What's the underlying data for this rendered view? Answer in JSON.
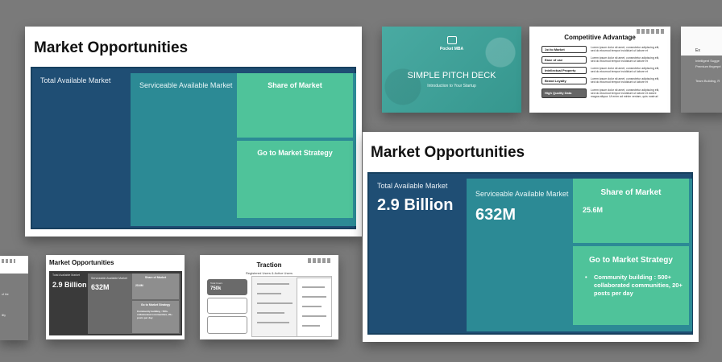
{
  "market_opportunities": {
    "title": "Market Opportunities",
    "tam_label": "Total Available Market",
    "tam_value": "2.9 Billion",
    "sam_label": "Serviceable Available Market",
    "sam_value": "632M",
    "som_label": "Share of Market",
    "som_value": "25.6M",
    "gtm_label": "Go to Market Strategy",
    "gtm_bullet": "Community building : 500+ collaborated communities, 20+ posts per day"
  },
  "pitch_deck": {
    "brand": "Pocket MBA",
    "title": "SIMPLE PITCH DECK",
    "subtitle": "Introduction to Your Startup"
  },
  "competitive_advantage": {
    "title": "Competitive Advantage",
    "rows": [
      "1st to Market",
      "Ease of use",
      "Intellectual Property",
      "Brand Loyalty",
      "High Quality Data"
    ],
    "descriptions": [
      "Lorem ipsum dolor sit amet, consectetur adipiscing elit, sed do eiusmod tempor incididunt ut labore et",
      "Lorem ipsum dolor sit amet, consectetur adipiscing elit, sed do eiusmod tempor incididunt ut labore et",
      "Lorem ipsum dolor sit amet, consectetur adipiscing elit, sed do eiusmod tempor incididunt ut labore et",
      "Lorem ipsum dolor sit amet, consectetur adipiscing elit, sed do eiusmod tempor incididunt ut labore et",
      "Lorem ipsum dolor sit amet, consectetur adipiscing elit, sed do eiusmod tempor incididunt ut labore et dolore magna aliqua. Ut enim ad minim veniam, quis nostrud"
    ]
  },
  "edge_slide": {
    "title": "Ex",
    "lines": [
      "Intelligent Sugge",
      "Premium fingerpri",
      "Team Building, R"
    ]
  },
  "left_slide": {
    "lines": [
      "of the",
      "ility"
    ]
  },
  "traction": {
    "title": "Traction",
    "subtitle": "Registered Users & Active Users",
    "card1_label": "Total Users",
    "card1_value": "750k"
  },
  "colors": {
    "background": "#7a7a7a",
    "tam": "#1f4e74",
    "sam": "#2c8a95",
    "som": "#4fc39a"
  }
}
